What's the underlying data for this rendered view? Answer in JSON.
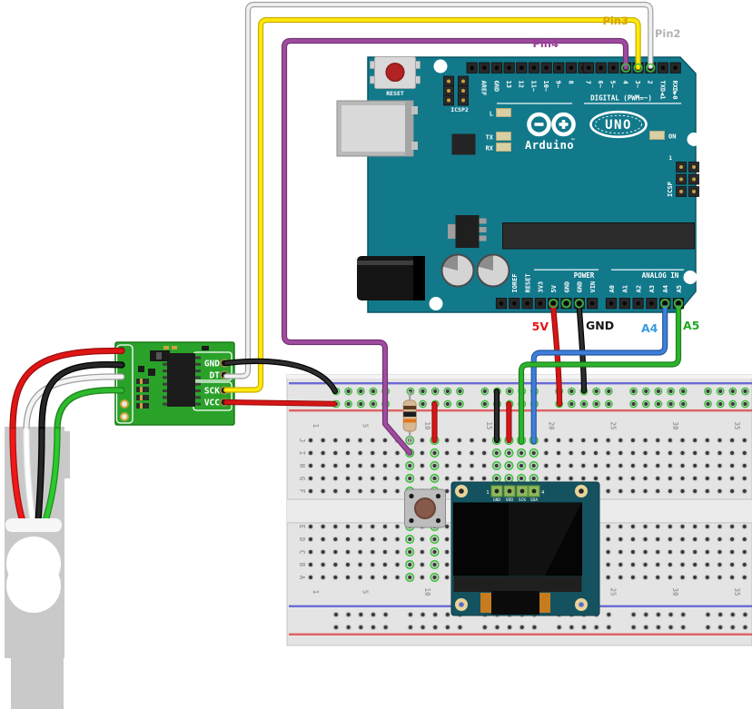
{
  "breadboard": {
    "rows": [
      "J",
      "I",
      "H",
      "G",
      "F",
      "E",
      "D",
      "C",
      "B",
      "A"
    ],
    "cols": [
      "1",
      "5",
      "10",
      "15",
      "20",
      "25",
      "30",
      "35"
    ]
  },
  "arduino": {
    "reset_label": "RESET",
    "icsp2_label": "ICSP2",
    "icsp_label": "ICSP",
    "icsp_pin1": "1",
    "digital_caption": "DIGITAL (PWM=~)",
    "power_caption": "POWER",
    "analog_caption": "ANALOG IN",
    "led_l": "L",
    "led_tx": "TX",
    "led_rx": "RX",
    "led_on": "ON",
    "brand": "Arduino",
    "trademark": "™",
    "model": "UNO",
    "digital_left": [
      "AREF",
      "GND",
      "13",
      "12",
      "11~",
      "10~",
      "9~",
      "8"
    ],
    "digital_right": [
      "7",
      "6~",
      "5~",
      "4",
      "3~",
      "2",
      "TXD◀1",
      "RXD▶0"
    ],
    "power_pins": [
      "IOREF",
      "RESET",
      "3V3",
      "5V",
      "GND",
      "GND",
      "VIN"
    ],
    "analog_pins": [
      "A0",
      "A1",
      "A2",
      "A3",
      "A4",
      "A5"
    ]
  },
  "hx711": {
    "pins": [
      "GND",
      "DT",
      "SCK",
      "VCC"
    ]
  },
  "oled": {
    "pins": [
      "GND",
      "VDD",
      "SCK",
      "SDA"
    ],
    "pin_first": "1",
    "pin_last": "4"
  },
  "wire_labels": {
    "pin3": {
      "text": "Pin3",
      "color": "#d9a400"
    },
    "pin2": {
      "text": "Pin2",
      "color": "#b4b4b4"
    },
    "pin4": {
      "text": "Pin4",
      "color": "#9b3f9b"
    },
    "v5": {
      "text": "5V",
      "color": "#e81414"
    },
    "gnd": {
      "text": "GND",
      "color": "#161616"
    },
    "a4": {
      "text": "A4",
      "color": "#3a9bdc"
    },
    "a5": {
      "text": "A5",
      "color": "#21a821"
    }
  },
  "colors": {
    "arduino_teal": "#12798b",
    "hx711_green": "#2aa22a",
    "wire_yellow": "#ffe90c",
    "wire_purple": "#a04ba0",
    "wire_red": "#d81515",
    "wire_black": "#242424",
    "wire_green": "#2db42d",
    "wire_blue": "#3d7fdb",
    "wire_white": "#f0f0f0",
    "rail_blue": "#6b6bd6",
    "rail_red": "#e06262"
  }
}
